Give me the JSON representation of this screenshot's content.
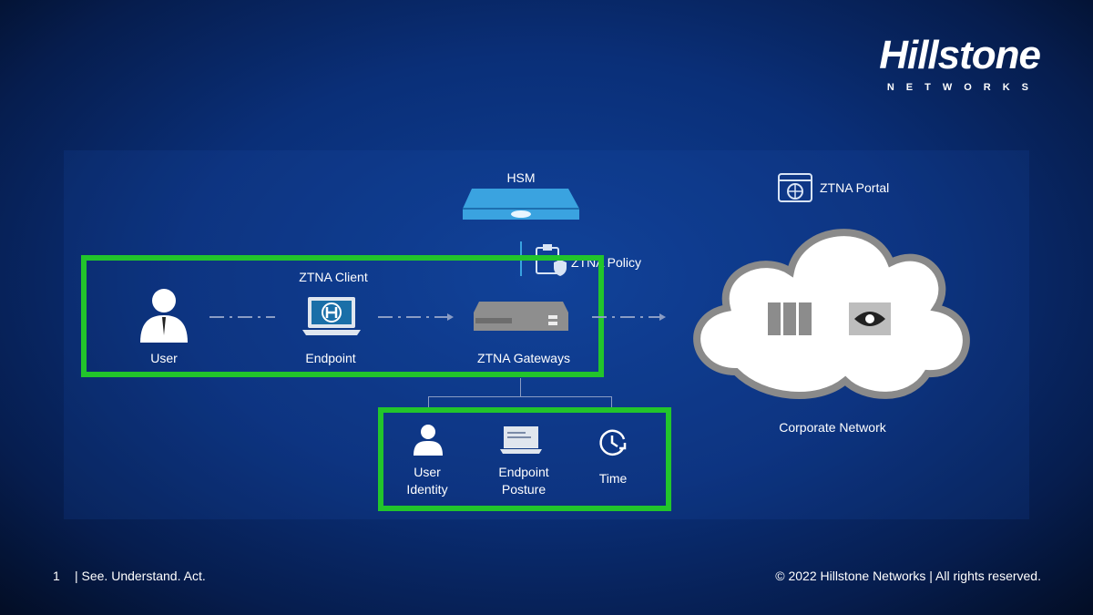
{
  "logo": {
    "brand": "Hillstone",
    "sub": "NETWORKS"
  },
  "diagram": {
    "hsm": "HSM",
    "policy": "ZTNA Policy",
    "portal": "ZTNA Portal",
    "client_label": "ZTNA Client",
    "user": "User",
    "endpoint": "Endpoint",
    "gateways": "ZTNA Gateways",
    "corporate": "Corporate Network",
    "checks": {
      "user_identity_1": "User",
      "user_identity_2": "Identity",
      "posture_1": "Endpoint",
      "posture_2": "Posture",
      "time": "Time"
    }
  },
  "footer": {
    "page": "1",
    "tagline": "|  See. Understand. Act.",
    "copyright": "© 2022 Hillstone Networks | All rights reserved."
  },
  "colors": {
    "highlight": "#22c52b",
    "hsm": "#3aa3e0"
  }
}
